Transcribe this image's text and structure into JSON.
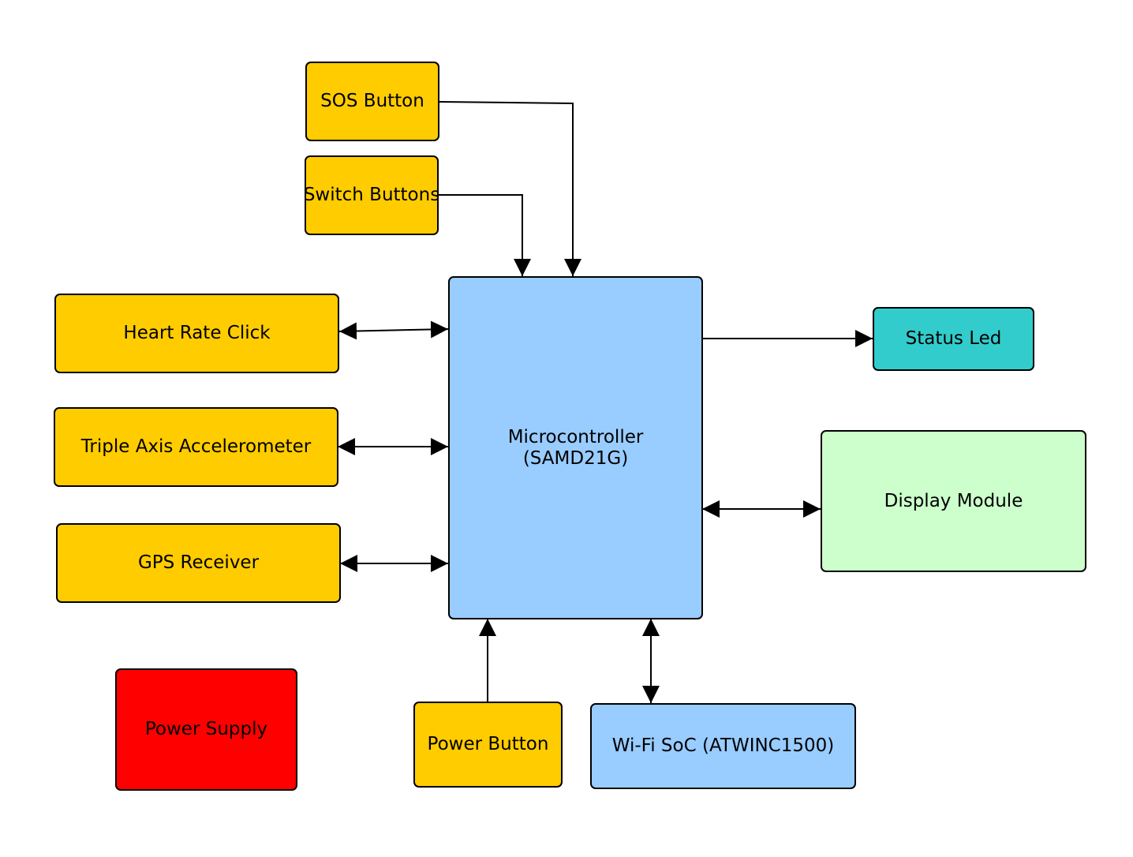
{
  "colors": {
    "peripheral": "#FFCC00",
    "controller": "#99CCFF",
    "status_led": "#33CCCC",
    "display": "#CCFFCC",
    "power_supply": "#FF0000",
    "line": "#000000"
  },
  "blocks": {
    "sos_button": "SOS Button",
    "switch_buttons": "Switch Buttons",
    "heart_rate_click": "Heart Rate Click",
    "accelerometer": "Triple Axis Accelerometer",
    "gps_receiver": "GPS Receiver",
    "power_supply": "Power Supply",
    "microcontroller_line1": "Microcontroller",
    "microcontroller_line2": "(SAMD21G)",
    "status_led": "Status Led",
    "display_module": "Display Module",
    "power_button": "Power Button",
    "wifi_soc": "Wi-Fi SoC (ATWINC1500)"
  },
  "connections": [
    {
      "from": "SOS Button",
      "to": "Microcontroller",
      "direction": "one-way"
    },
    {
      "from": "Switch Buttons",
      "to": "Microcontroller",
      "direction": "one-way"
    },
    {
      "from": "Heart Rate Click",
      "to": "Microcontroller",
      "direction": "two-way"
    },
    {
      "from": "Triple Axis Accelerometer",
      "to": "Microcontroller",
      "direction": "two-way"
    },
    {
      "from": "GPS Receiver",
      "to": "Microcontroller",
      "direction": "two-way"
    },
    {
      "from": "Microcontroller",
      "to": "Status Led",
      "direction": "one-way"
    },
    {
      "from": "Microcontroller",
      "to": "Display Module",
      "direction": "two-way"
    },
    {
      "from": "Power Button",
      "to": "Microcontroller",
      "direction": "one-way"
    },
    {
      "from": "Microcontroller",
      "to": "Wi-Fi SoC (ATWINC1500)",
      "direction": "two-way"
    }
  ]
}
